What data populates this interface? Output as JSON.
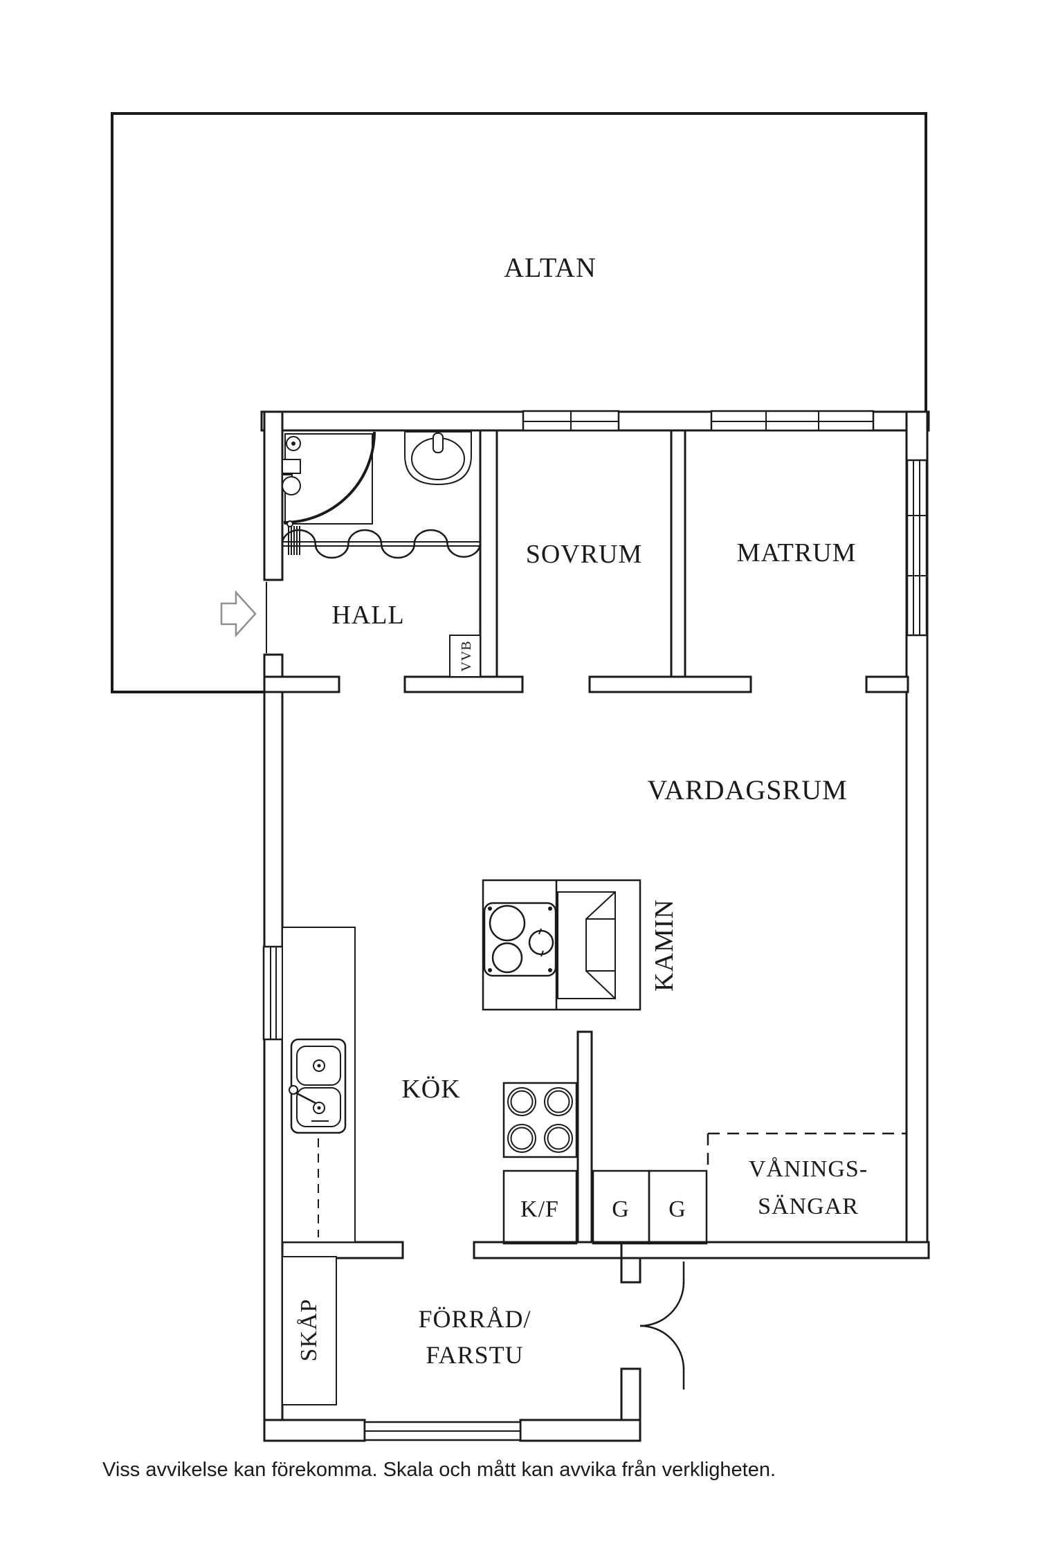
{
  "labels": {
    "altan": "ALTAN",
    "hall": "HALL",
    "sovrum": "SOVRUM",
    "matrum": "MATRUM",
    "vardagsrum": "VARDAGSRUM",
    "kamin": "KAMIN",
    "kok": "KÖK",
    "kf": "K/F",
    "g1": "G",
    "g2": "G",
    "vanings_line1": "VÅNINGS-",
    "vanings_line2": "SÄNGAR",
    "skap": "SKÅP",
    "forrad_line1": "FÖRRÅD/",
    "forrad_line2": "FARSTU",
    "vvb": "VVB"
  },
  "footer": {
    "disclaimer": "Viss avvikelse kan förekomma. Skala och mått kan avvika från verkligheten."
  },
  "colors": {
    "line": "#1a1a1a",
    "background": "#ffffff",
    "arrow_outline": "#8f8f8f"
  }
}
